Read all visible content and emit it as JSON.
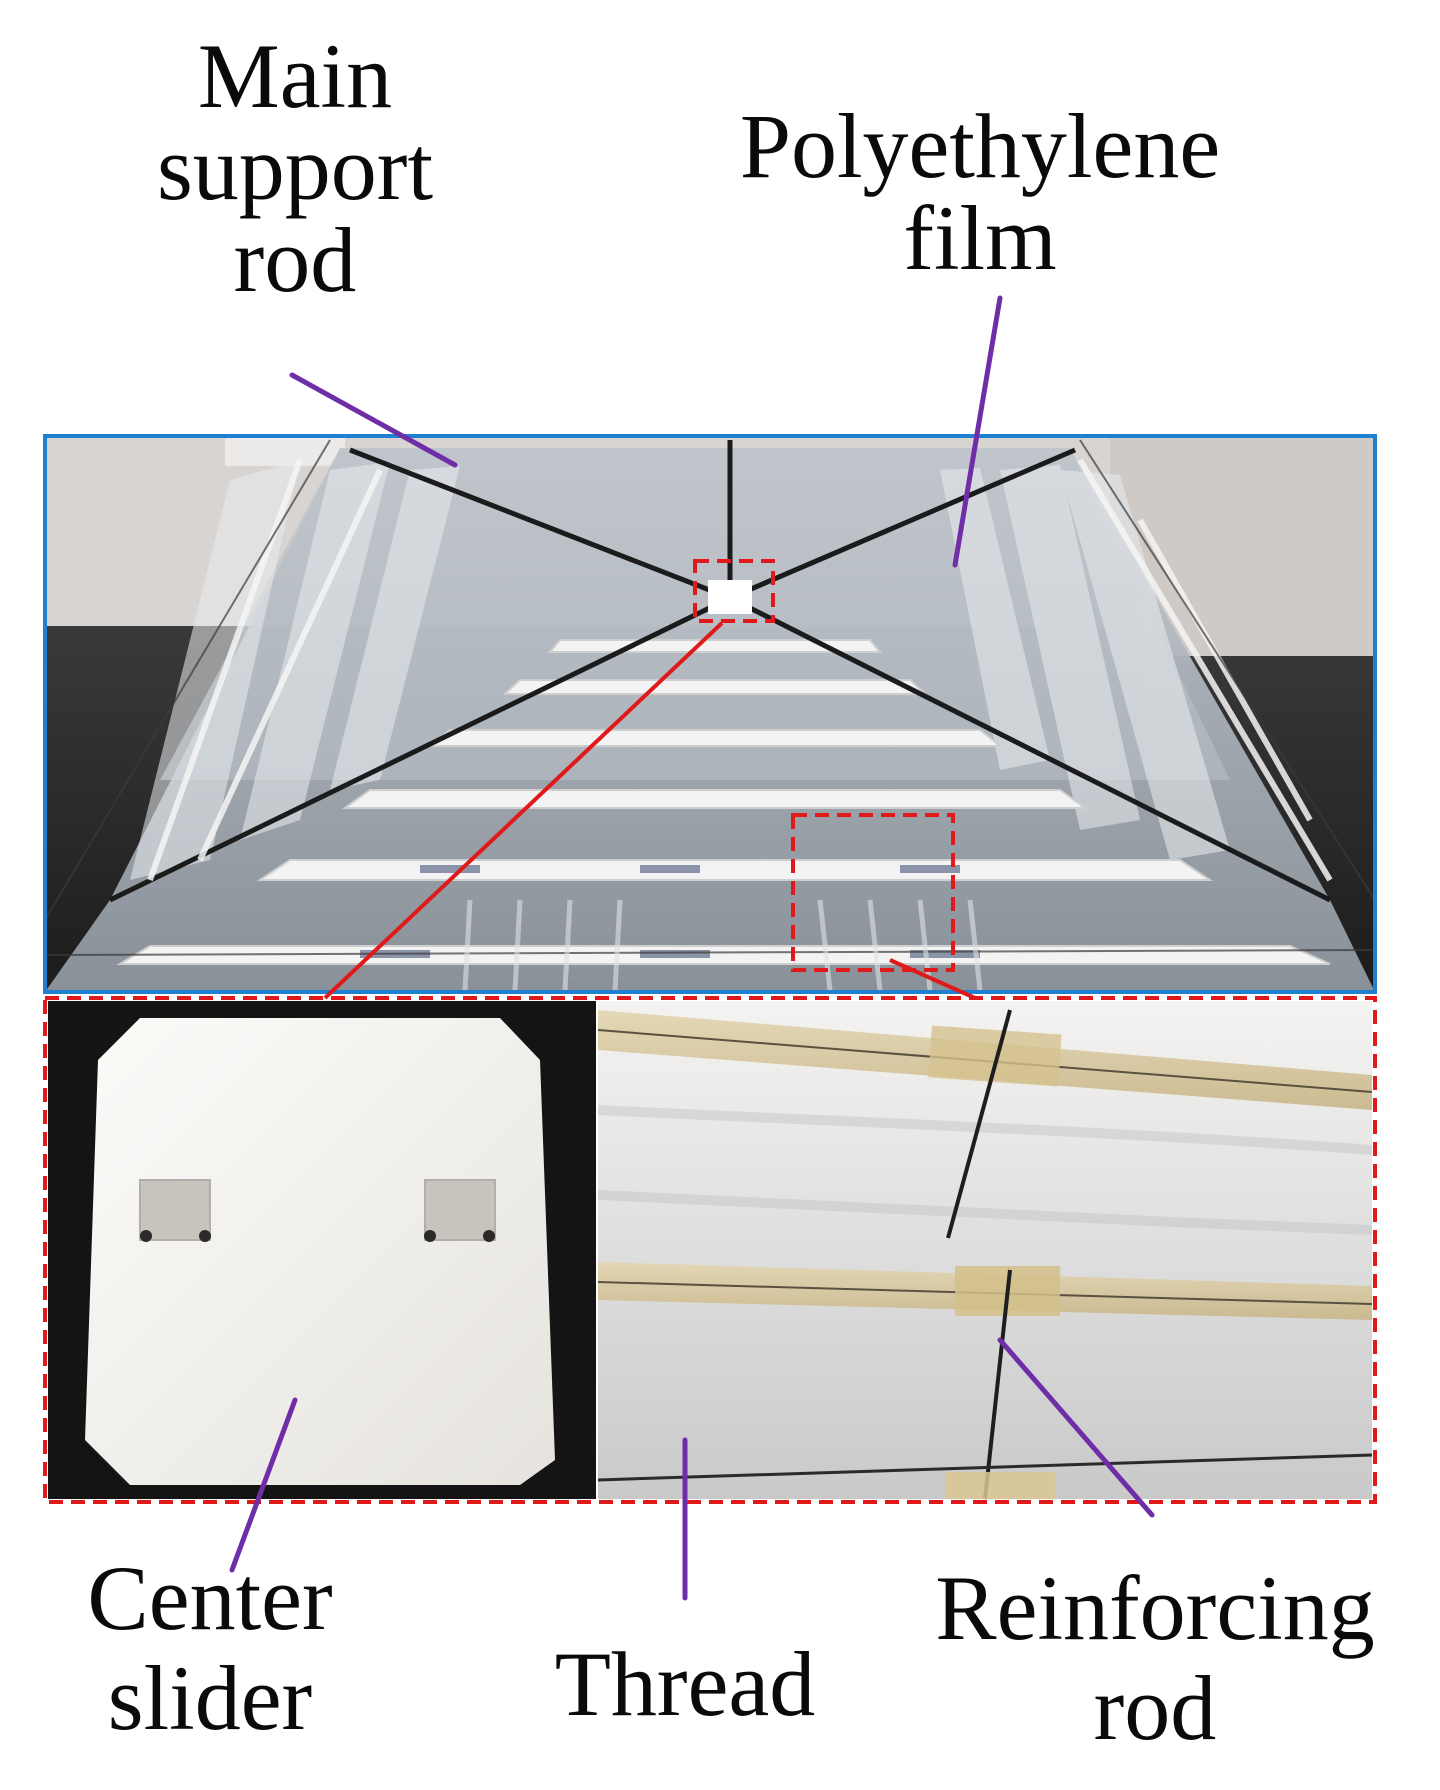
{
  "figure": {
    "labels": {
      "main_support_rod": "Main\nsupport\nrod",
      "polyethylene_film": "Polyethylene\nfilm",
      "center_slider": "Center\nslider",
      "thread": "Thread",
      "reinforcing_rod": "Reinforcing\nrod"
    },
    "colors": {
      "top_photo_border": "#1f7fd0",
      "zoom_box": "#e0191a",
      "leader_line": "#6f2da8",
      "text": "#0a0a0a"
    }
  }
}
